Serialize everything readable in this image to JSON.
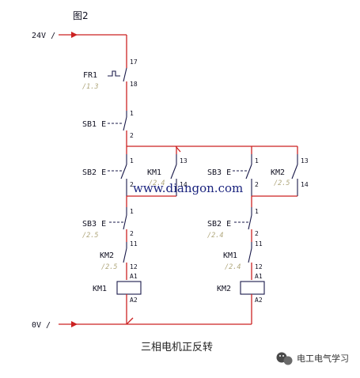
{
  "figure_label": "图2",
  "supply": {
    "top": "24V /",
    "bottom": "0V /"
  },
  "watermark": "www.diangon.com",
  "caption": "三相电机正反转",
  "brand": "电工电气学习",
  "components": {
    "fr1": {
      "name": "FR1",
      "ref": "/1.3",
      "pin_a": "17",
      "pin_b": "18"
    },
    "sb1": {
      "name": "SB1 E",
      "pin_a": "1",
      "pin_b": "2"
    },
    "sb2_left": {
      "name": "SB2 E",
      "pin_a": "1",
      "pin_b": "2"
    },
    "km1_hold": {
      "name": "KM1",
      "ref": "/2.4",
      "pin_a": "13",
      "pin_b": "14"
    },
    "sb3_right": {
      "name": "SB3 E",
      "pin_a": "1",
      "pin_b": "2"
    },
    "km2_hold": {
      "name": "KM2",
      "ref": "/2.5",
      "pin_a": "13",
      "pin_b": "14"
    },
    "sb3_left": {
      "name": "SB3 E",
      "ref": "/2.5",
      "pin_a": "1",
      "pin_b": "2"
    },
    "sb2_right": {
      "name": "SB2 E",
      "ref": "/2.4",
      "pin_a": "1",
      "pin_b": "2"
    },
    "km2_interlock": {
      "name": "KM2",
      "ref": "/2.5",
      "pin_a": "11",
      "pin_b": "12"
    },
    "km1_interlock": {
      "name": "KM1",
      "ref": "/2.4",
      "pin_a": "11",
      "pin_b": "12"
    },
    "km1_coil": {
      "name": "KM1",
      "pin_a": "A1",
      "pin_b": "A2"
    },
    "km2_coil": {
      "name": "KM2",
      "pin_a": "A1",
      "pin_b": "A2"
    }
  },
  "colors": {
    "wire": "#cc2222",
    "symbol": "#1a1a4a",
    "cross_ref": "#b0a77c",
    "watermark": "#1a237e",
    "brand_icon": "#4a4a4a"
  }
}
